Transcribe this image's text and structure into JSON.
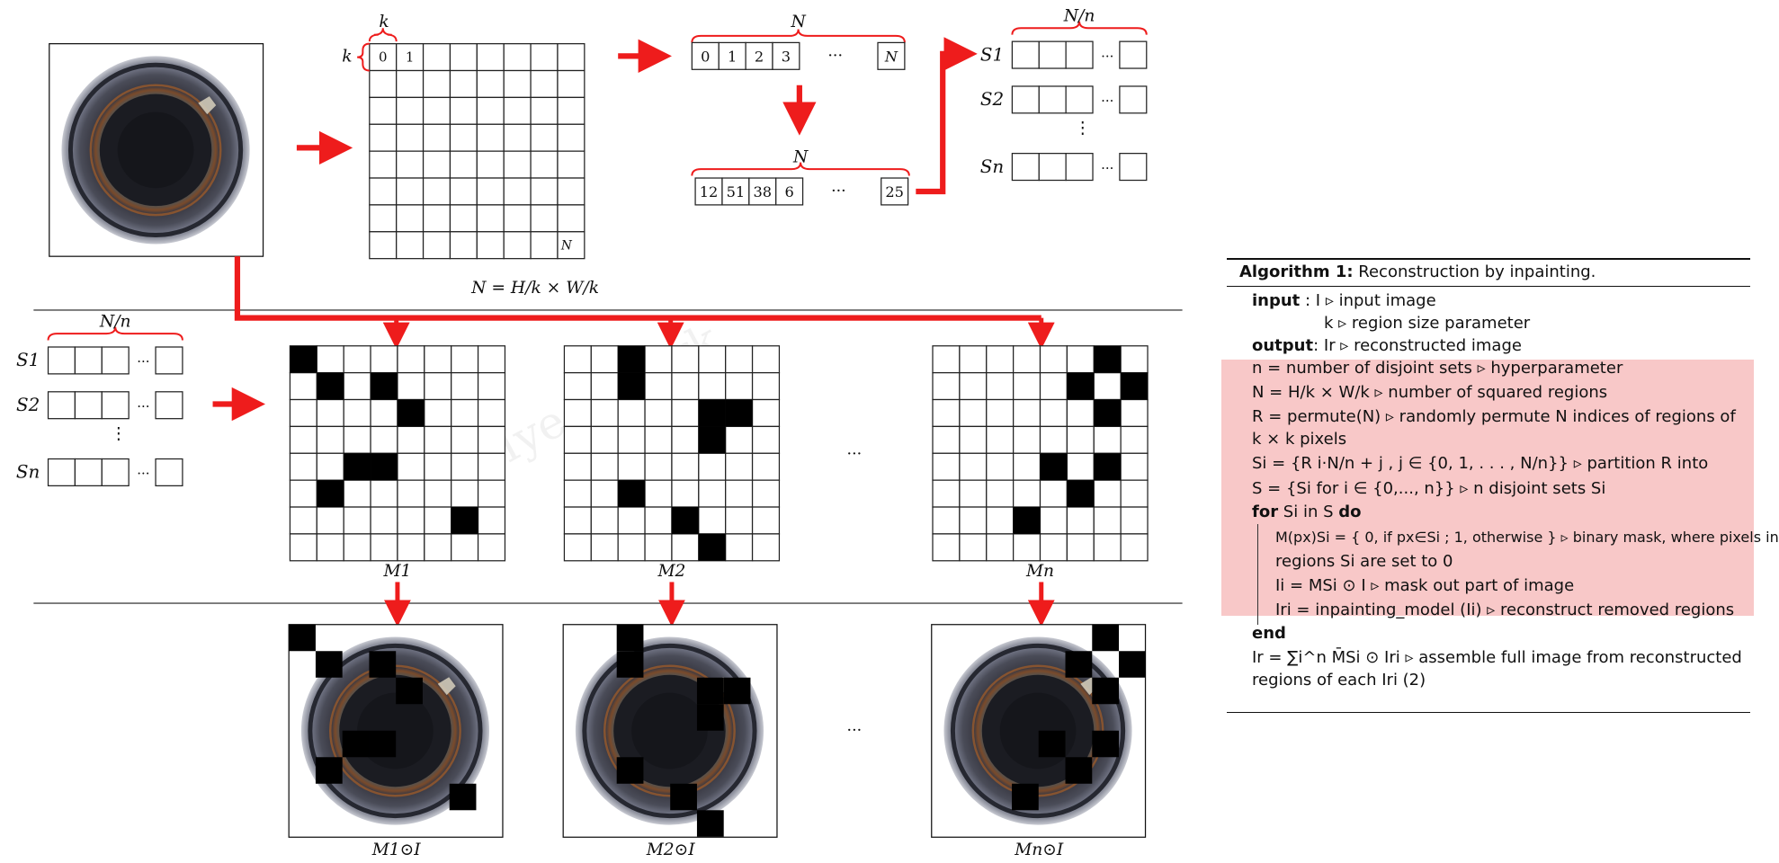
{
  "diagram": {
    "k": "k",
    "N": "N",
    "N_over_n": "N/n",
    "formula": "N = H/k × W/k",
    "grid_first_cells": [
      "0",
      "1"
    ],
    "grid_last_cell": "N",
    "index_row": [
      "0",
      "1",
      "2",
      "3",
      "···",
      "N"
    ],
    "permuted_row": [
      "12",
      "51",
      "38",
      "6",
      "···",
      "25"
    ],
    "sets": [
      "S1",
      "S2",
      "⋮",
      "Sn"
    ],
    "ellipsis": "···",
    "masks": [
      "M1",
      "M2",
      "Mn"
    ],
    "masked_images": [
      "M1⊙I",
      "M2⊙I",
      "Mn⊙I"
    ],
    "watermark": "Young-Hyeon Park",
    "colors": {
      "arrow": "#ee1c1c",
      "grid": "#111111",
      "fill": "#000000",
      "highlight": "#f8c8c8"
    }
  },
  "algorithm": {
    "title_bold": "Algorithm 1:",
    "title_rest": " Reconstruction by inpainting.",
    "input_kw": "input",
    "input_1": " : I ▹ input image",
    "input_2": "k ▹ region size parameter",
    "output_kw": "output",
    "output_1": ": Ir ▹ reconstructed image",
    "l_n": "n = number of disjoint sets ▹ hyperparameter",
    "l_N": "N = H/k × W/k ▹ number of squared regions",
    "l_R1": "R = permute(N) ▹ randomly permute N indices of regions of",
    "l_R2": "k × k pixels",
    "l_Si": "Si = {R i·N/n + j , j ∈ {0, 1, . . . , N/n}} ▹ partition R into",
    "l_S": "S = {Si for i ∈ {0,..., n}}        ▹ n disjoint sets Si",
    "for_kw": "for",
    "for_mid": " Si in S ",
    "do_kw": "do",
    "l_M1": "M(px)Si = { 0, if px∈Si ; 1, otherwise } ▹ binary mask, where pixels in",
    "l_M2": "regions Si are set to 0",
    "l_Ii": "Ii = MSi ⊙ I ▹ mask out part of image",
    "l_Iri": "Iri = inpainting_model (Ii) ▹ reconstruct removed regions",
    "end_kw": "end",
    "l_Ir1": "Ir = ∑i^n M̄Si ⊙ Iri ▹ assemble full image from reconstructed",
    "l_Ir2": "regions of each Iri (2)"
  }
}
